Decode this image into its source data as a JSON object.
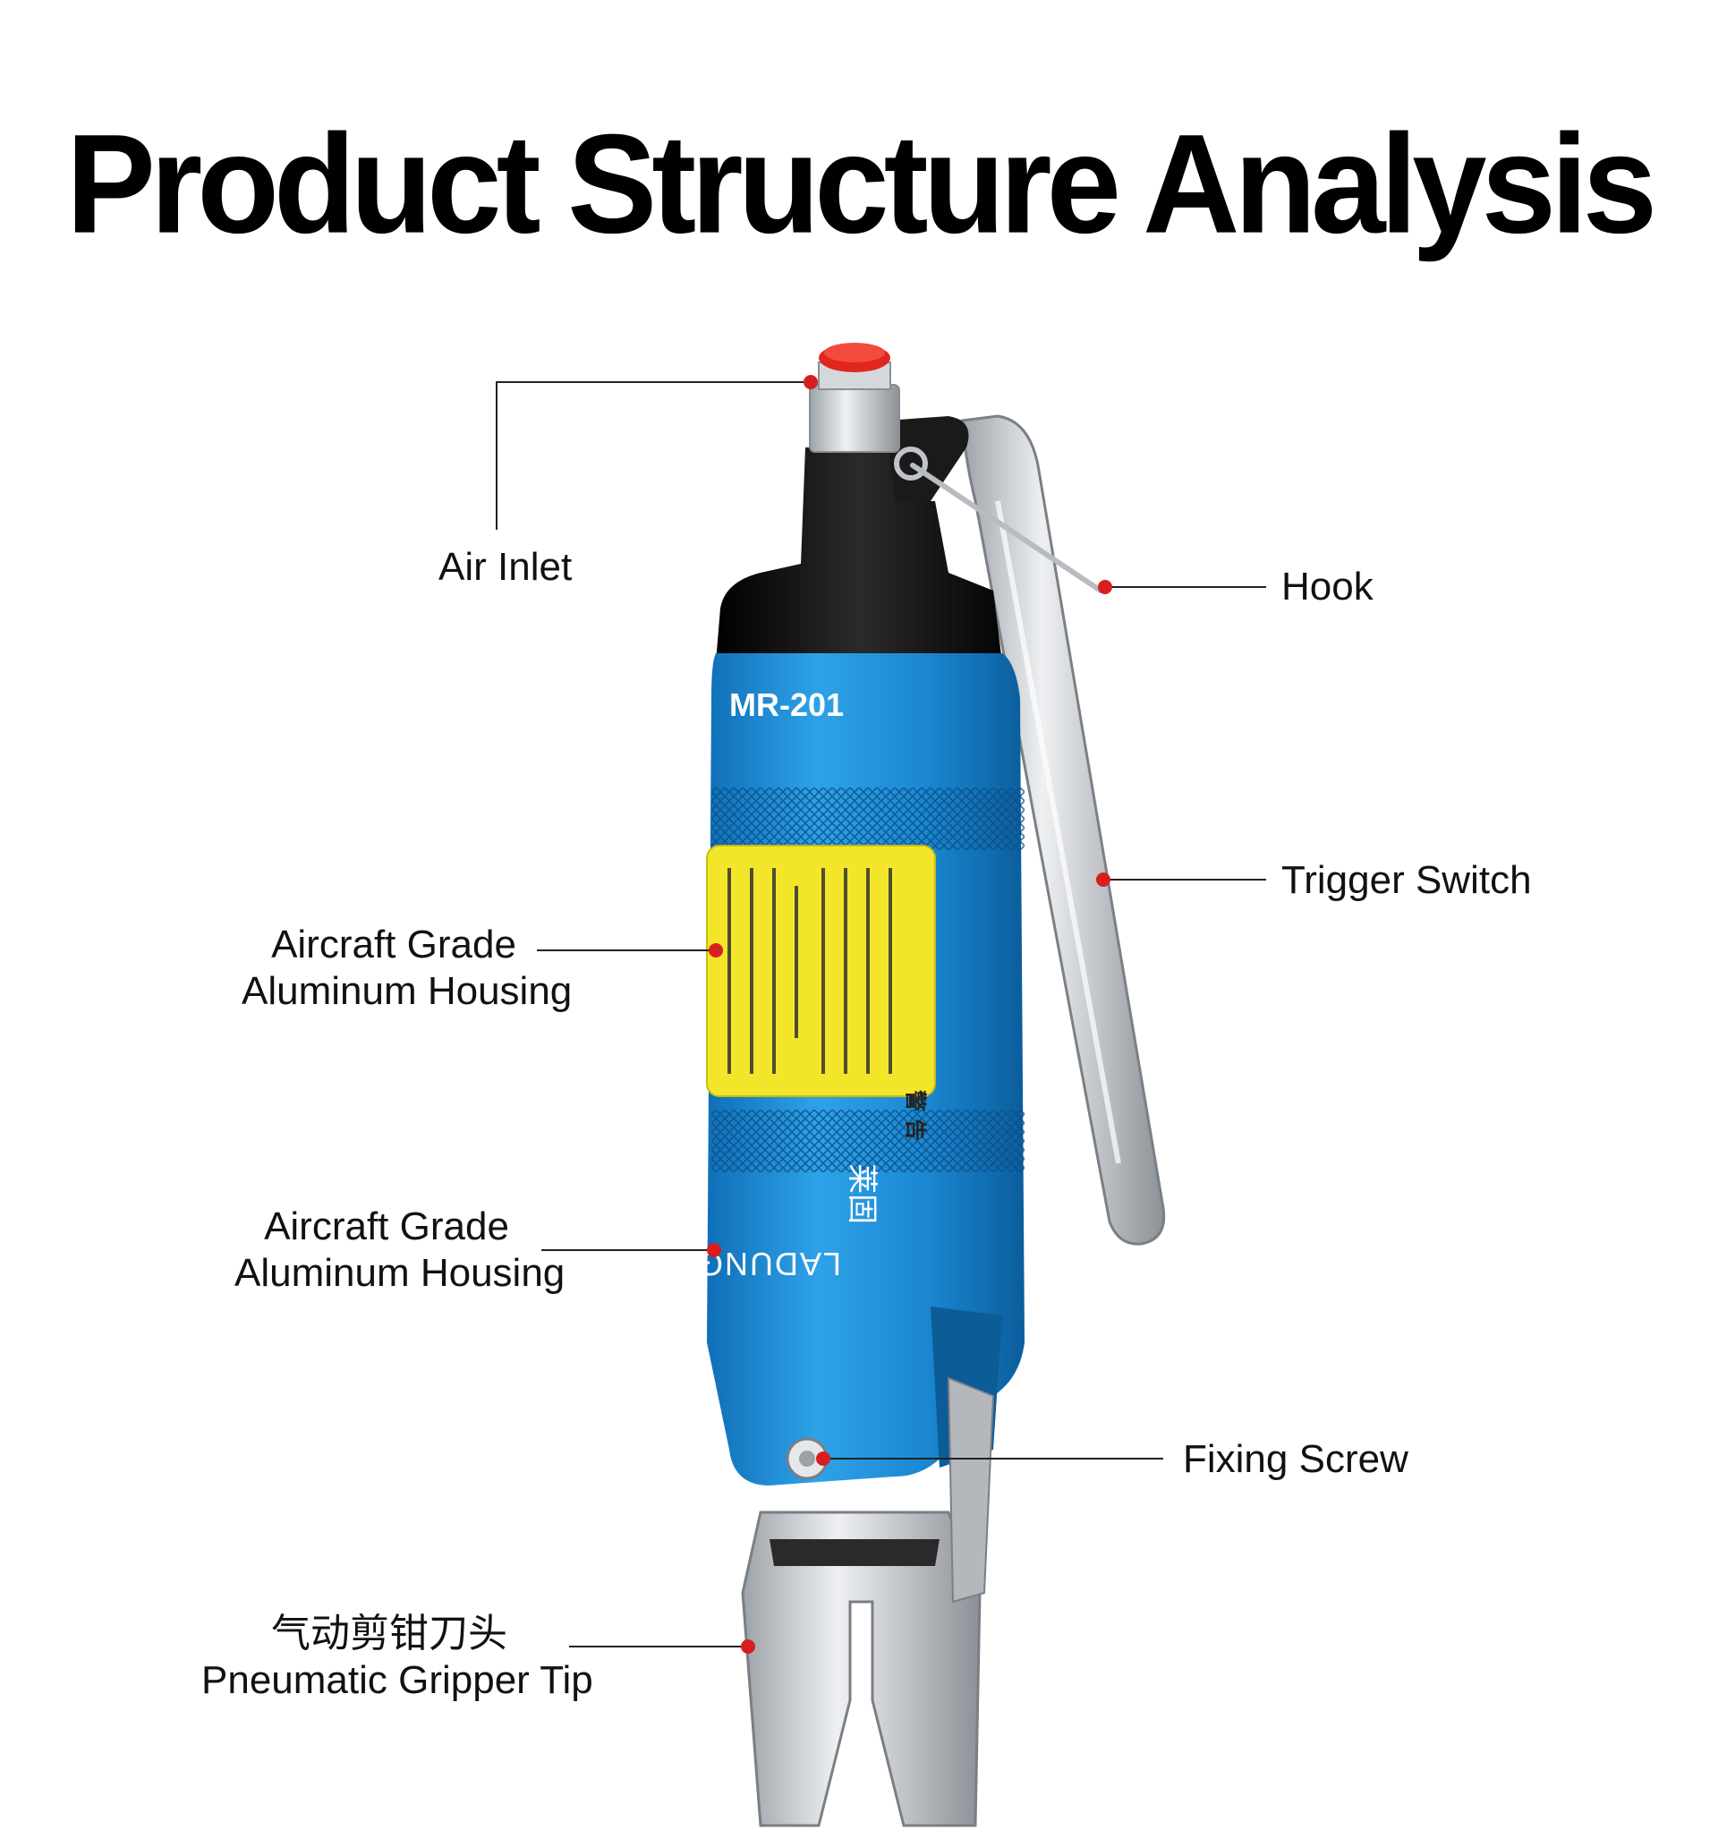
{
  "title": "Product Structure Analysis",
  "tool": {
    "model_marking": "MR-201",
    "brand_marking": "LADUNG",
    "brand_cn": "莱固",
    "warning_title": "警 告",
    "colors": {
      "body_blue": "#1f8fd6",
      "cap_black": "#111111",
      "inlet_red": "#e0261f",
      "label_yellow": "#f3e62a",
      "steel": "#c9ccd0",
      "callout_dot": "#d81e1e"
    }
  },
  "callouts": {
    "air_inlet": "Air Inlet",
    "hook": "Hook",
    "trigger_switch": "Trigger Switch",
    "housing_1": [
      "Aircraft Grade",
      "Aluminum Housing"
    ],
    "housing_2": [
      "Aircraft Grade",
      "Aluminum Housing"
    ],
    "fixing_screw": "Fixing Screw",
    "gripper_tip": [
      "气动剪钳刀头",
      "Pneumatic Gripper Tip"
    ]
  }
}
